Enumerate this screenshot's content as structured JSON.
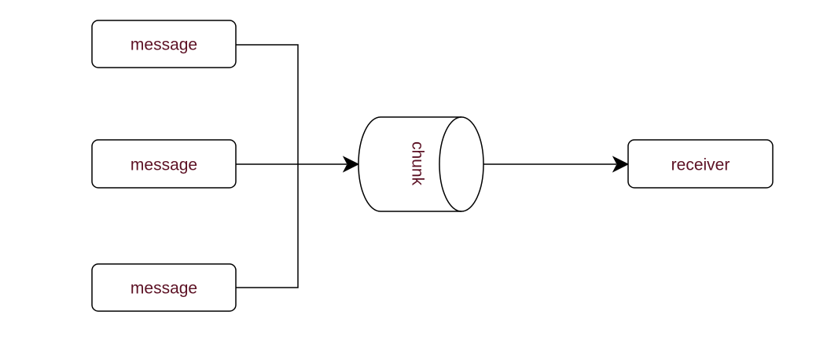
{
  "nodes": {
    "message_1": {
      "label": "message"
    },
    "message_2": {
      "label": "message"
    },
    "message_3": {
      "label": "message"
    },
    "chunk": {
      "label": "chunk",
      "shape": "cylinder-horizontal"
    },
    "receiver": {
      "label": "receiver"
    }
  },
  "edges": [
    {
      "from": "message_1",
      "to": "chunk"
    },
    {
      "from": "message_2",
      "to": "chunk"
    },
    {
      "from": "message_3",
      "to": "chunk"
    },
    {
      "from": "chunk",
      "to": "receiver"
    }
  ],
  "colors": {
    "text": "#5c1124",
    "stroke": "#000000",
    "background": "#ffffff"
  }
}
